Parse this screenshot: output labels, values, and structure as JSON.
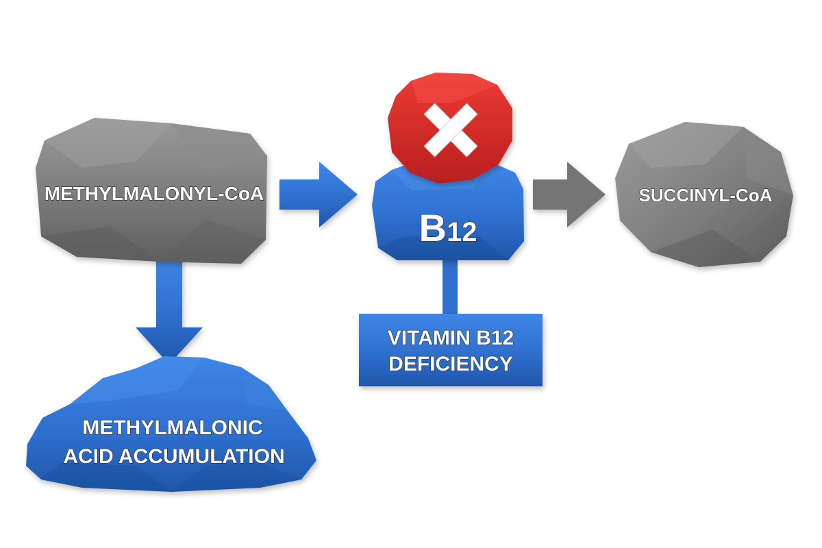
{
  "diagram": {
    "substrate_label": "METHYLMALONYL-CoA",
    "product_label": "SUCCINYL-CoA",
    "enzyme": {
      "main": "B",
      "sub": "12"
    },
    "deficiency": {
      "line1": "VITAMIN B12",
      "line2": "DEFICIENCY"
    },
    "accumulation": {
      "line1": "METHYLMALONIC",
      "line2": "ACID ACCUMULATION"
    },
    "colors": {
      "gray": "#7b7b7b",
      "blue": "#2f6fcf",
      "red": "#d62b2b",
      "arrow_gray": "#757575"
    },
    "icons": {
      "block": "x-cross-icon"
    }
  }
}
